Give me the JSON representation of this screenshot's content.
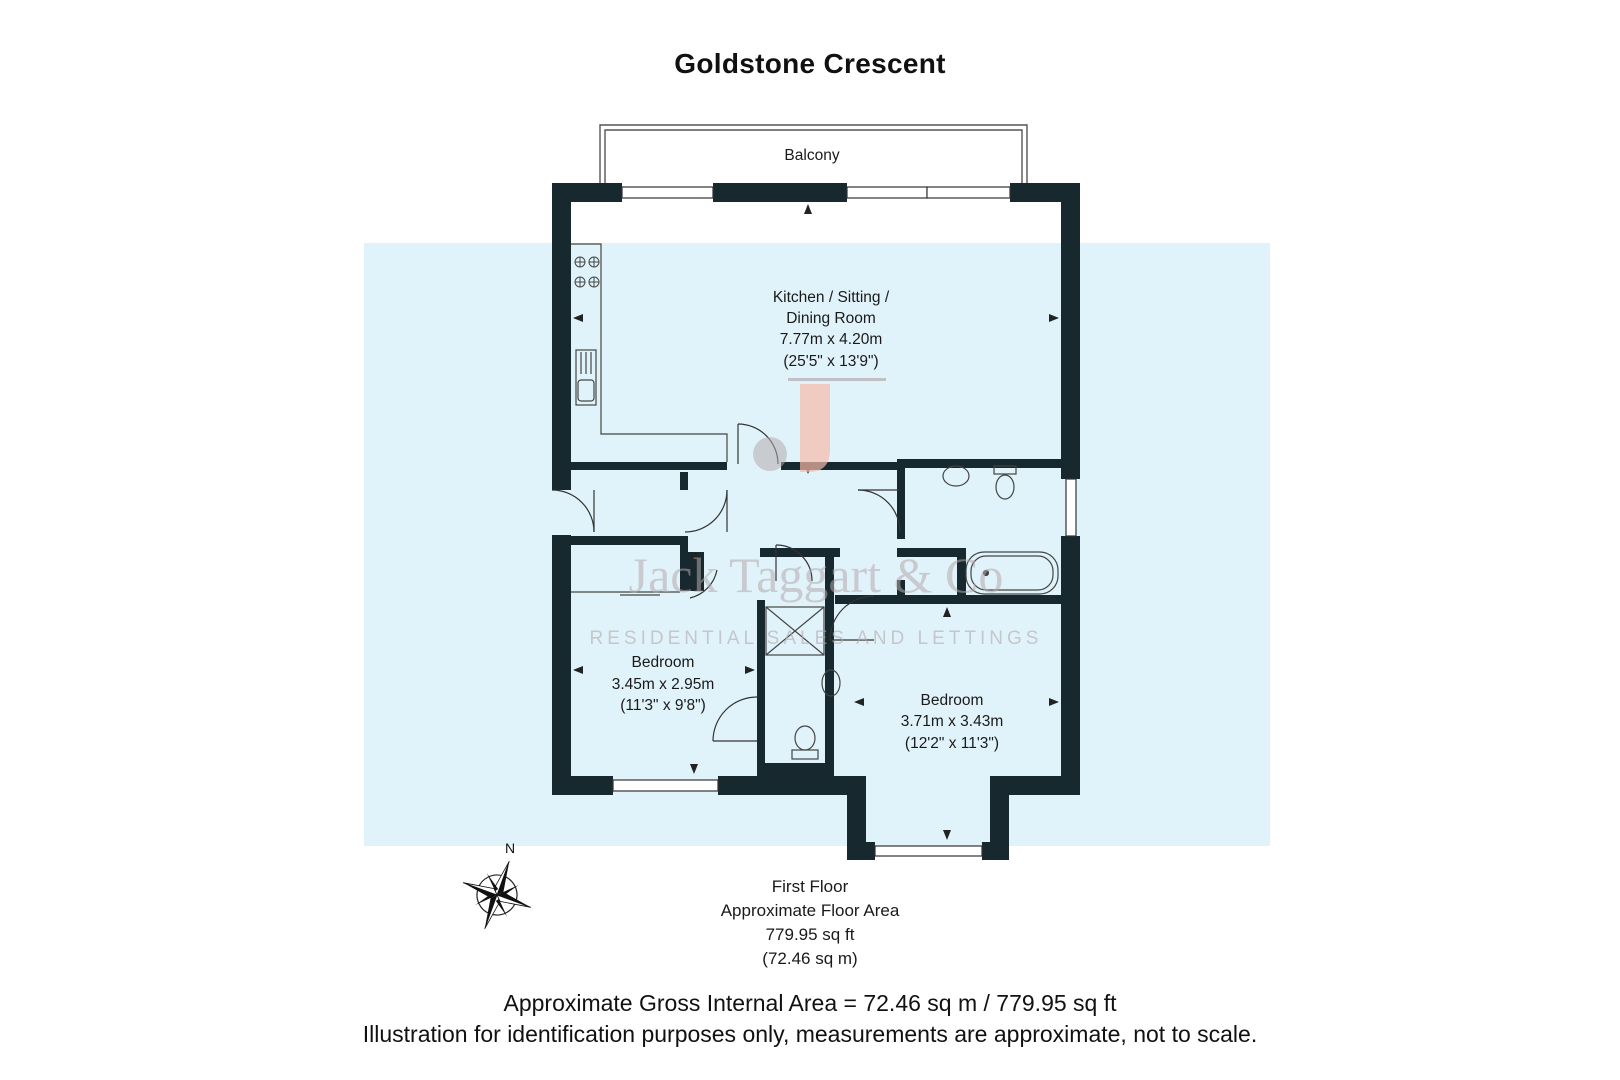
{
  "title": "Goldstone Crescent",
  "colors": {
    "wall": "#17292e",
    "floor_fill": "#e1f3fa",
    "watermark": "#b4a9ad",
    "logo_accent": "#f6b9a9"
  },
  "rooms": {
    "balcony": {
      "name": "Balcony"
    },
    "kitchen": {
      "name_line1": "Kitchen / Sitting /",
      "name_line2": "Dining Room",
      "metric": "7.77m x 4.20m",
      "imperial": "(25'5\" x 13'9\")"
    },
    "bedroom1": {
      "name": "Bedroom",
      "metric": "3.45m x 2.95m",
      "imperial": "(11'3\" x 9'8\")"
    },
    "bedroom2": {
      "name": "Bedroom",
      "metric": "3.71m x 3.43m",
      "imperial": "(12'2\" x 11'3\")"
    }
  },
  "compass": {
    "north_label": "N"
  },
  "watermark": {
    "name": "Jack Taggart & Co",
    "tagline": "RESIDENTIAL SALES AND LETTINGS"
  },
  "floor_info": {
    "floor": "First Floor",
    "area_label": "Approximate Floor Area",
    "area_sqft": "779.95 sq ft",
    "area_sqm": "(72.46 sq m)"
  },
  "footer": {
    "gross_area": "Approximate Gross Internal Area = 72.46 sq m / 779.95 sq ft",
    "disclaimer": "Illustration for identification purposes only, measurements are approximate, not to scale."
  }
}
